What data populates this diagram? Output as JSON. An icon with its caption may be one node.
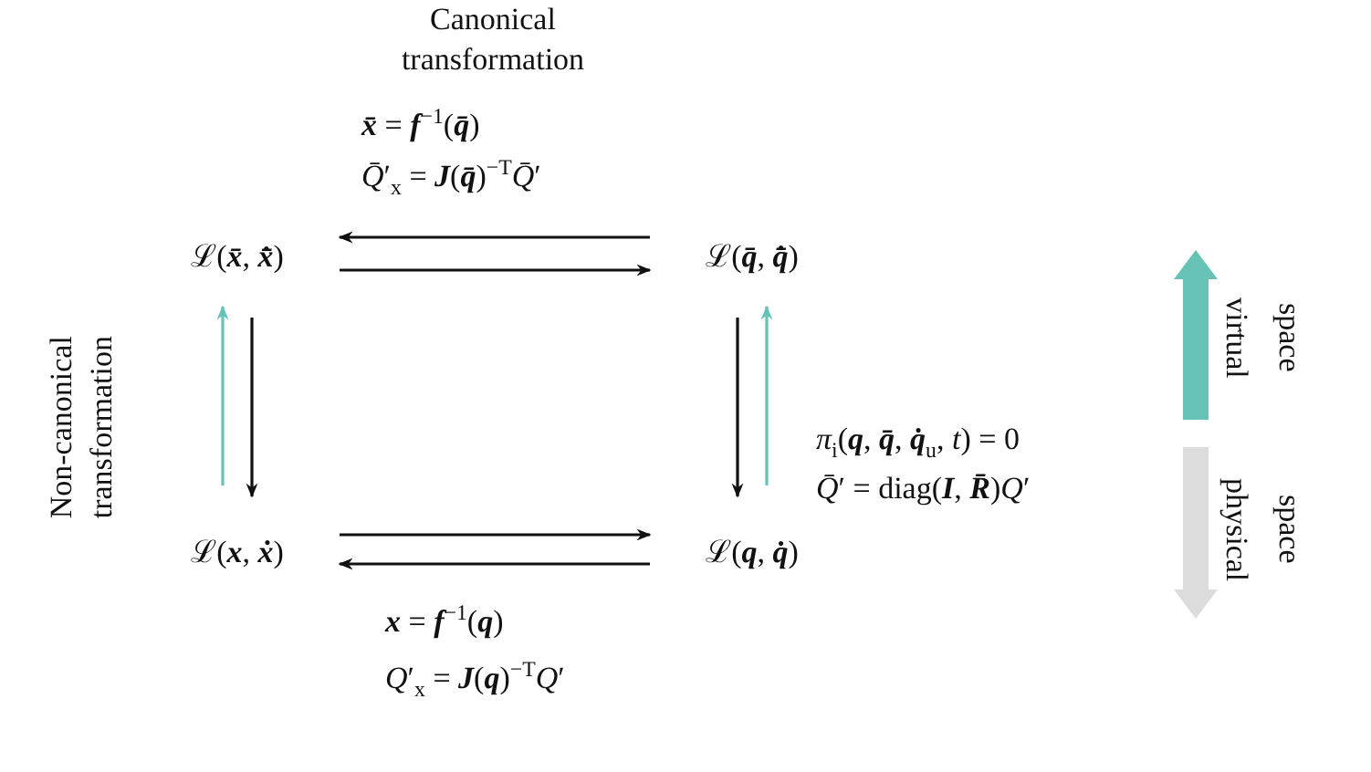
{
  "diagram": {
    "nodes": [
      {
        "text": [
          "ℒ(**x̄**, **x̄̇**)"
        ]
      },
      {
        "text": [
          "ℒ(**q̄**, **q̄̇**)"
        ]
      },
      {
        "text": [
          "ℒ(**x**, **ẋ**)"
        ]
      },
      {
        "text": [
          "ℒ(**q**, **q̇**)"
        ]
      }
    ],
    "edges": [
      {
        "from": 1,
        "to": 0,
        "arrow": "to"
      },
      {
        "from": 0,
        "to": 1,
        "arrow": "to"
      },
      {
        "from": 2,
        "to": 0,
        "arrow": "to",
        "color": "#66c2b4"
      },
      {
        "from": 0,
        "to": 2,
        "arrow": "to"
      },
      {
        "from": 1,
        "to": 3,
        "arrow": "to"
      },
      {
        "from": 3,
        "to": 1,
        "arrow": "to",
        "color": "#66c2b4"
      },
      {
        "from": 2,
        "to": 3,
        "arrow": "to"
      },
      {
        "from": 3,
        "to": 2,
        "arrow": "to"
      }
    ],
    "labels": [
      "Canonical transformation",
      "**x̄** = **f**$^{−1}$(**q̄**)",
      "*Q̄*′$_{x}$ = **J**(**q̄**)$^{−T}$*Q̄*′",
      "Non-canonical transformation",
      "*π*$_{i}$(**q**, **q̄**, **q̇**$_{u}$, *t*) = 0",
      "*Q̄*′ = diag(**I**, **R̄**)*Q*′",
      "**x** = **f**$^{−1}$(**q**)",
      "*Q*′$_{x}$ = **J**(**q**)$^{−T}$*Q*′",
      "virtual space",
      "physical space"
    ]
  }
}
